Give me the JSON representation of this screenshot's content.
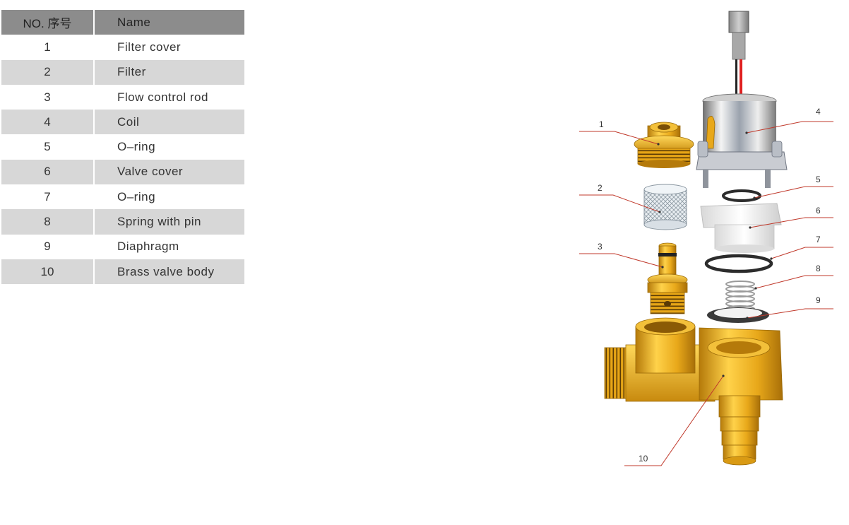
{
  "table": {
    "headers": {
      "no": "NO. 序号",
      "name": "Name"
    },
    "rows": [
      {
        "no": "1",
        "name": "Filter cover"
      },
      {
        "no": "2",
        "name": "Filter"
      },
      {
        "no": "3",
        "name": "Flow control rod"
      },
      {
        "no": "4",
        "name": "Coil"
      },
      {
        "no": "5",
        "name": "O–ring"
      },
      {
        "no": "6",
        "name": "Valve cover"
      },
      {
        "no": "7",
        "name": "O–ring"
      },
      {
        "no": "8",
        "name": "Spring with pin"
      },
      {
        "no": "9",
        "name": "Diaphragm"
      },
      {
        "no": "10",
        "name": "Brass valve body"
      }
    ]
  },
  "diagram": {
    "callouts": [
      "1",
      "2",
      "3",
      "4",
      "5",
      "6",
      "7",
      "8",
      "9",
      "10"
    ],
    "colors": {
      "brass": "#e8a81a",
      "leader": "#c0392b",
      "wire": "#e02020"
    }
  }
}
